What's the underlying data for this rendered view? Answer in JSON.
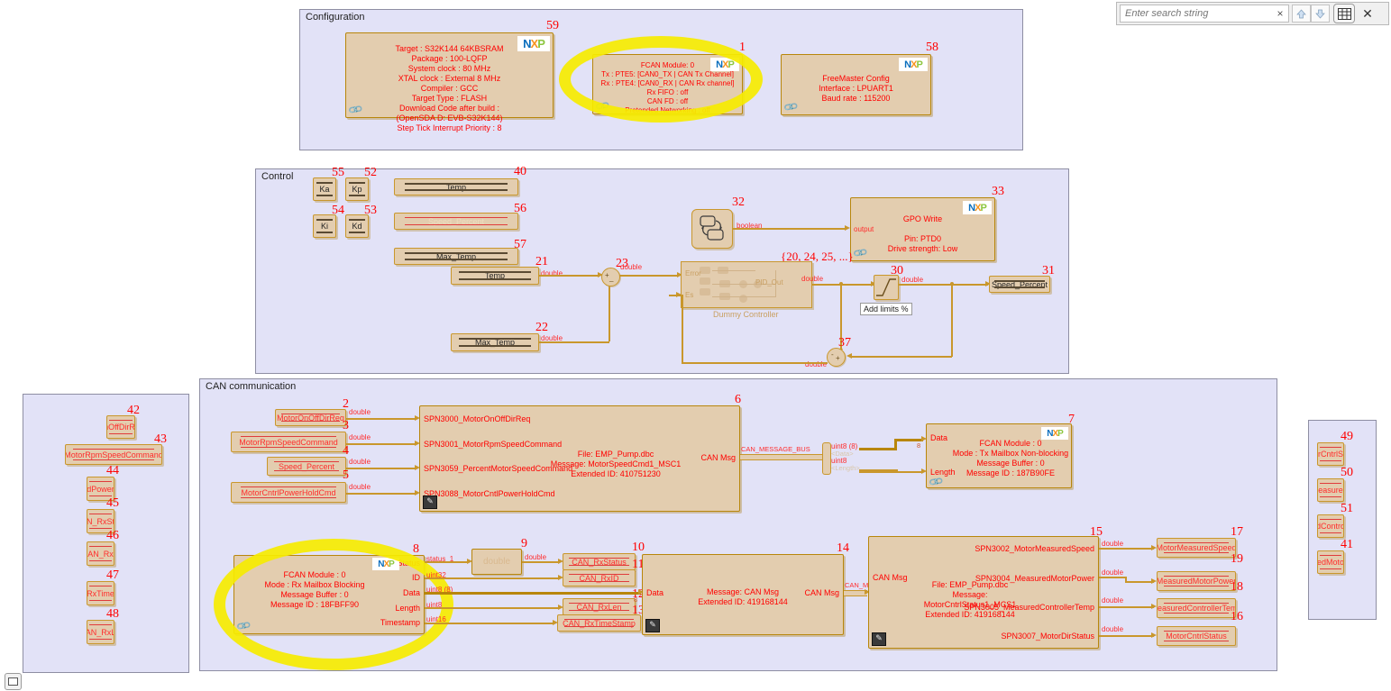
{
  "toolbar": {
    "search_placeholder": "Enter search string",
    "search_value": "",
    "clear_label": "×",
    "prev_label": "↑",
    "next_label": "↓",
    "grid_label": "▦",
    "close_label": "✕"
  },
  "groups": {
    "configuration": "Configuration",
    "control": "Control",
    "can_communication": "CAN communication"
  },
  "configuration": {
    "target_block": {
      "num": "59",
      "text": "Target : S32K144 64KBSRAM\nPackage : 100-LQFP\nSystem clock : 80 MHz\nXTAL clock : External 8 MHz\nCompiler : GCC\nTarget Type : FLASH\nDownload Code after build :\n(OpenSDA D: EVB-S32K144)\nStep Tick Interrupt Priority : 8"
    },
    "fcan_block": {
      "num": "1",
      "text": "FCAN Module: 0\nTx : PTE5: [CAN0_TX | CAN Tx Channel]\nRx : PTE4: [CAN0_RX | CAN Rx channel]\nRx FIFO : off\nCAN FD : off\nPretended Networking : off"
    },
    "freemaster_block": {
      "num": "58",
      "text": "FreeMaster Config\nInterface : LPUART1\nBaud rate : 115200"
    }
  },
  "control": {
    "gains": [
      {
        "num": "55",
        "label": "Ka"
      },
      {
        "num": "52",
        "label": "Kp"
      },
      {
        "num": "54",
        "label": "Ki"
      },
      {
        "num": "53",
        "label": "Kd"
      }
    ],
    "stores": [
      {
        "num": "40",
        "label": "Temp"
      },
      {
        "num": "56",
        "label": "Speed_Percent"
      },
      {
        "num": "57",
        "label": "Max_Temp"
      }
    ],
    "temp_in": {
      "num": "21",
      "label": "Temp",
      "type": "double"
    },
    "maxtemp_in": {
      "num": "22",
      "label": "Max_Temp",
      "type": "double"
    },
    "sum_error": {
      "num": "23",
      "type": "double",
      "plus": "+",
      "minus": "_"
    },
    "chart": {
      "num": "32",
      "out_type": "boolean"
    },
    "gpo_write": {
      "num": "33",
      "text": "GPO Write\n\nPin: PTD0\nDrive strength: Low",
      "port_label": "output"
    },
    "controller": {
      "num_annotation": "{20, 24, 25, ...}",
      "caption": "Dummy Controller",
      "in1": "Error",
      "in2": "Es",
      "out": "PID_Out",
      "out_type": "double"
    },
    "saturation": {
      "num": "30",
      "caption": "Add limits %",
      "out_type": "double"
    },
    "speed_out": {
      "num": "31",
      "label": "Speed_Percent"
    },
    "sum_feedback": {
      "num": "37",
      "type": "double",
      "minus": "-",
      "plus": "+"
    }
  },
  "can_tx": {
    "inputs": [
      {
        "num": "2",
        "label": "MotorOnOffDirReq",
        "type": "double",
        "dark": true
      },
      {
        "num": "3",
        "label": "MotorRpmSpeedCommand",
        "type": "double",
        "dark": false
      },
      {
        "num": "4",
        "label": "Speed_Percent",
        "type": "double",
        "dark": false
      },
      {
        "num": "5",
        "label": "MotorCntrlPowerHoldCmd",
        "type": "double",
        "dark": false
      }
    ],
    "pack_block": {
      "num": "6",
      "ports": [
        "SPN3000_MotorOnOffDirReq",
        "SPN3001_MotorRpmSpeedCommand",
        "SPN3059_PercentMotorSpeedCommand",
        "SPN3088_MotorCntlPowerHoldCmd"
      ],
      "info": "File: EMP_Pump.dbc\nMessage: MotorSpeedCmd1_MSC1\nExtended ID: 410751230",
      "out_port": "CAN Msg"
    },
    "bus_label": "CAN_MESSAGE_BUS",
    "bus_selector": {
      "out1_type": "uint8 (8)",
      "out1_name": "<Data>",
      "out2_type": "uint8",
      "out2_name": "<Length>"
    },
    "tx_block": {
      "num": "7",
      "text": "FCAN Module : 0\nMode : Tx Mailbox Non-blocking\nMessage Buffer : 0\nMessage ID : 187B90FE",
      "port_data": "Data",
      "port_length": "Length",
      "data_width": "8"
    }
  },
  "can_rx": {
    "rx_block": {
      "num": "8",
      "text": "FCAN Module : 0\nMode : Rx Mailbox Blocking\nMessage Buffer : 0\nMessage ID : 18FBFF90",
      "ports": [
        "Status",
        "ID",
        "Data",
        "Length",
        "Timestamp"
      ],
      "port_types": [
        "status_1",
        "uint32",
        "uint8 (8)",
        "uint8",
        "uint16"
      ]
    },
    "convert": {
      "num": "9",
      "label": "double",
      "out_type": "double"
    },
    "outputs": [
      {
        "num": "10",
        "label": "CAN_RxStatus"
      },
      {
        "num": "11",
        "label": "CAN_RxID"
      },
      {
        "num": "12",
        "label": "CAN_RxLen"
      },
      {
        "num": "13",
        "label": "CAN_RxTimeStamp"
      }
    ],
    "unpack_block": {
      "num": "14",
      "text": "Message: CAN Msg\nExtended ID: 419168144",
      "port_in": "Data",
      "port_out": "CAN Msg",
      "data_width": "8"
    },
    "bus_label": "CAN_MESSAGE",
    "decode_block": {
      "num": "15",
      "port_in": "CAN Msg",
      "info": "File: EMP_Pump.dbc\nMessage: MotorCntrlStatus1_MCS1\nExtended ID: 419168144",
      "ports": [
        "SPN3002_MotorMeasuredSpeed",
        "SPN3004_MeasuredMotorPower",
        "SPN3005_MeasuredControllerTemp",
        "SPN3007_MotorDirStatus"
      ]
    },
    "decoded_outputs": [
      {
        "num": "17",
        "label": "MotorMeasuredSpeed",
        "type": "double"
      },
      {
        "num": "19",
        "label": "MeasuredMotorPower",
        "type": "double"
      },
      {
        "num": "18",
        "label": "MeasuredControllerTemp",
        "type": "double"
      },
      {
        "num": "16",
        "label": "MotorCntrlStatus",
        "type": "double"
      }
    ]
  },
  "left_panel": {
    "items": [
      {
        "num": "42",
        "label": "OnOffDirReq"
      },
      {
        "num": "43",
        "label": "MotorRpmSpeedCommand"
      },
      {
        "num": "44",
        "label": "dPower"
      },
      {
        "num": "45",
        "label": "N_RxSt"
      },
      {
        "num": "46",
        "label": "AN_Rx"
      },
      {
        "num": "47",
        "label": "RxTime"
      },
      {
        "num": "48",
        "label": "AN_RxL"
      }
    ]
  },
  "right_panel": {
    "items": [
      {
        "num": "49",
        "label": "rCntrlS"
      },
      {
        "num": "50",
        "label": "easure"
      },
      {
        "num": "51",
        "label": "dContro"
      },
      {
        "num": "41",
        "label": "edMoto"
      }
    ]
  },
  "logo": {
    "n": "N",
    "x": "X",
    "p": "P"
  },
  "colors": {
    "group_bg": "#e2e2f7",
    "block_bg": "#e3cdaf",
    "block_border": "#c9972c",
    "annotation_red": "#ff0000",
    "highlight_yellow": "#f6ec00",
    "wire": "#c9972c"
  }
}
